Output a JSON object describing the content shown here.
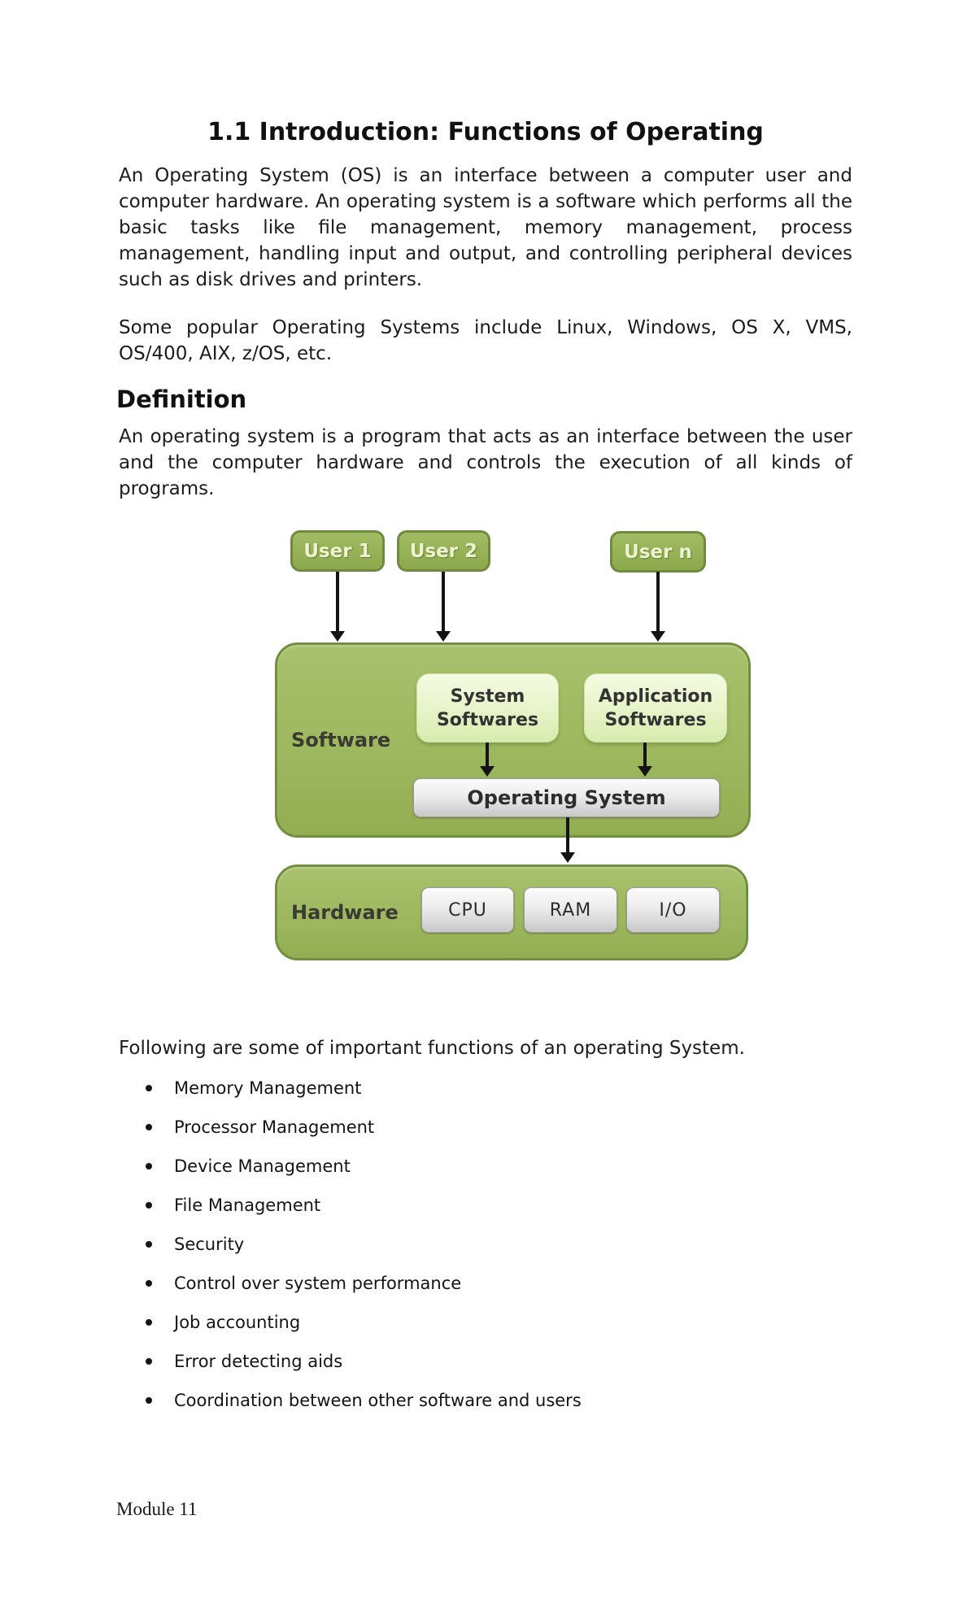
{
  "document": {
    "title": "1.1 Introduction: Functions of Operating",
    "paragraphs": [
      "An Operating System (OS) is an interface between a computer user and computer hardware. An operating system is a software which performs all the basic tasks like file management, memory management, process management, handling input and output, and controlling peripheral devices such as disk drives and printers.",
      "Some popular Operating Systems include Linux, Windows, OS X, VMS, OS/400, AIX, z/OS, etc.",
      "An operating system is a program that acts as an interface between the user and the computer hardware and controls the execution of all kinds of programs."
    ],
    "definition_heading": "Definition",
    "functions_intro": "Following are some of important functions of an operating System.",
    "functions": [
      "Memory Management",
      "Processor Management",
      "Device Management",
      "File Management",
      "Security",
      "Control over system performance",
      "Job accounting",
      "Error detecting aids",
      "Coordination between other software and users"
    ],
    "footer": "Module 11"
  },
  "diagram": {
    "users": [
      "User 1",
      "User 2",
      "User n"
    ],
    "software_label": "Software",
    "system_software_label": "System Softwares",
    "application_software_label": "Application Softwares",
    "os_label": "Operating System",
    "hardware_label": "Hardware",
    "hardware_components": [
      "CPU",
      "RAM",
      "I/O"
    ],
    "colors": {
      "box_green": "#96b156",
      "box_green_border": "#6f8c3e",
      "pale_green": "#eef7d2",
      "gray_box": "#d9d9d9",
      "arrow": "#141414"
    }
  }
}
